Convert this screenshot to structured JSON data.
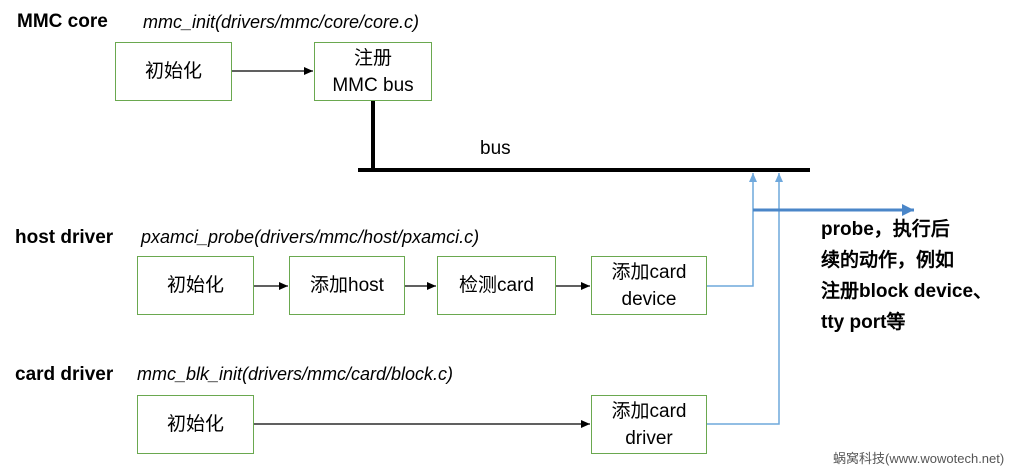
{
  "mmc_core": {
    "title": "MMC core",
    "function": "mmc_init(drivers/mmc/core/core.c)",
    "init_box": "初始化",
    "register_box": "注册\nMMC bus"
  },
  "bus": {
    "label": "bus"
  },
  "host_driver": {
    "title": "host driver",
    "function": "pxamci_probe(drivers/mmc/host/pxamci.c)",
    "steps": [
      "初始化",
      "添加host",
      "检测card",
      "添加card\ndevice"
    ]
  },
  "card_driver": {
    "title": "card driver",
    "function": "mmc_blk_init(drivers/mmc/card/block.c)",
    "init_box": "初始化",
    "add_box": "添加card\ndriver"
  },
  "probe_note": "probe，执行后\n续的动作，例如\n注册block device、\ntty port等",
  "watermark": "蜗窝科技(www.wowotech.net)",
  "colors": {
    "box_border": "#6aa84f",
    "connector": "#6fa8dc",
    "probe_arrow": "#4a86c8",
    "bus_line": "#000000"
  }
}
